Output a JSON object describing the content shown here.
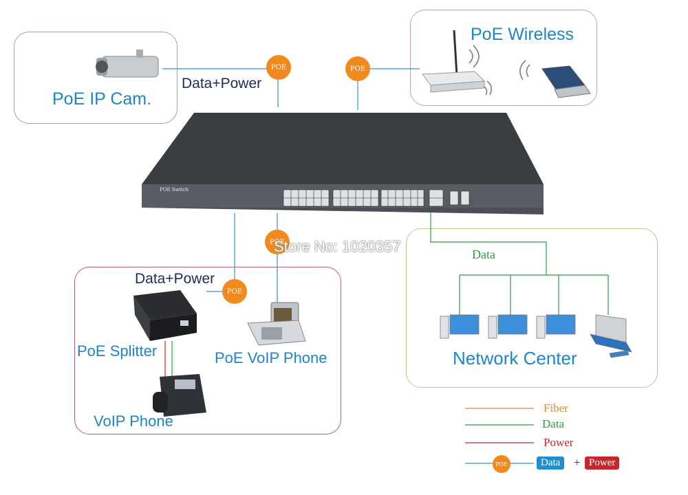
{
  "poe_badge": "POE",
  "nodes": {
    "ip_cam": "PoE IP Cam.",
    "wireless": "PoE Wireless",
    "switch_label": "POE Switch",
    "splitter": "PoE Splitter",
    "voip_phone_poe": "PoE VoIP Phone",
    "voip_phone": "VoIP Phone",
    "network_center": "Network Center"
  },
  "edges": {
    "cam_link": "Data+Power",
    "splitter_link": "Data+Power",
    "network_link": "Data"
  },
  "watermark": "Store No: 1020357",
  "legend": {
    "fiber": "Fiber",
    "data": "Data",
    "power": "Power",
    "combo_data": "Data",
    "combo_plus": "+",
    "combo_power": "Power"
  },
  "colors": {
    "fiber": "#d98b3a",
    "data": "#2e9a4a",
    "power": "#c8262c",
    "poe_line": "#3a8fd0",
    "poe_badge": "#f08a1e"
  }
}
